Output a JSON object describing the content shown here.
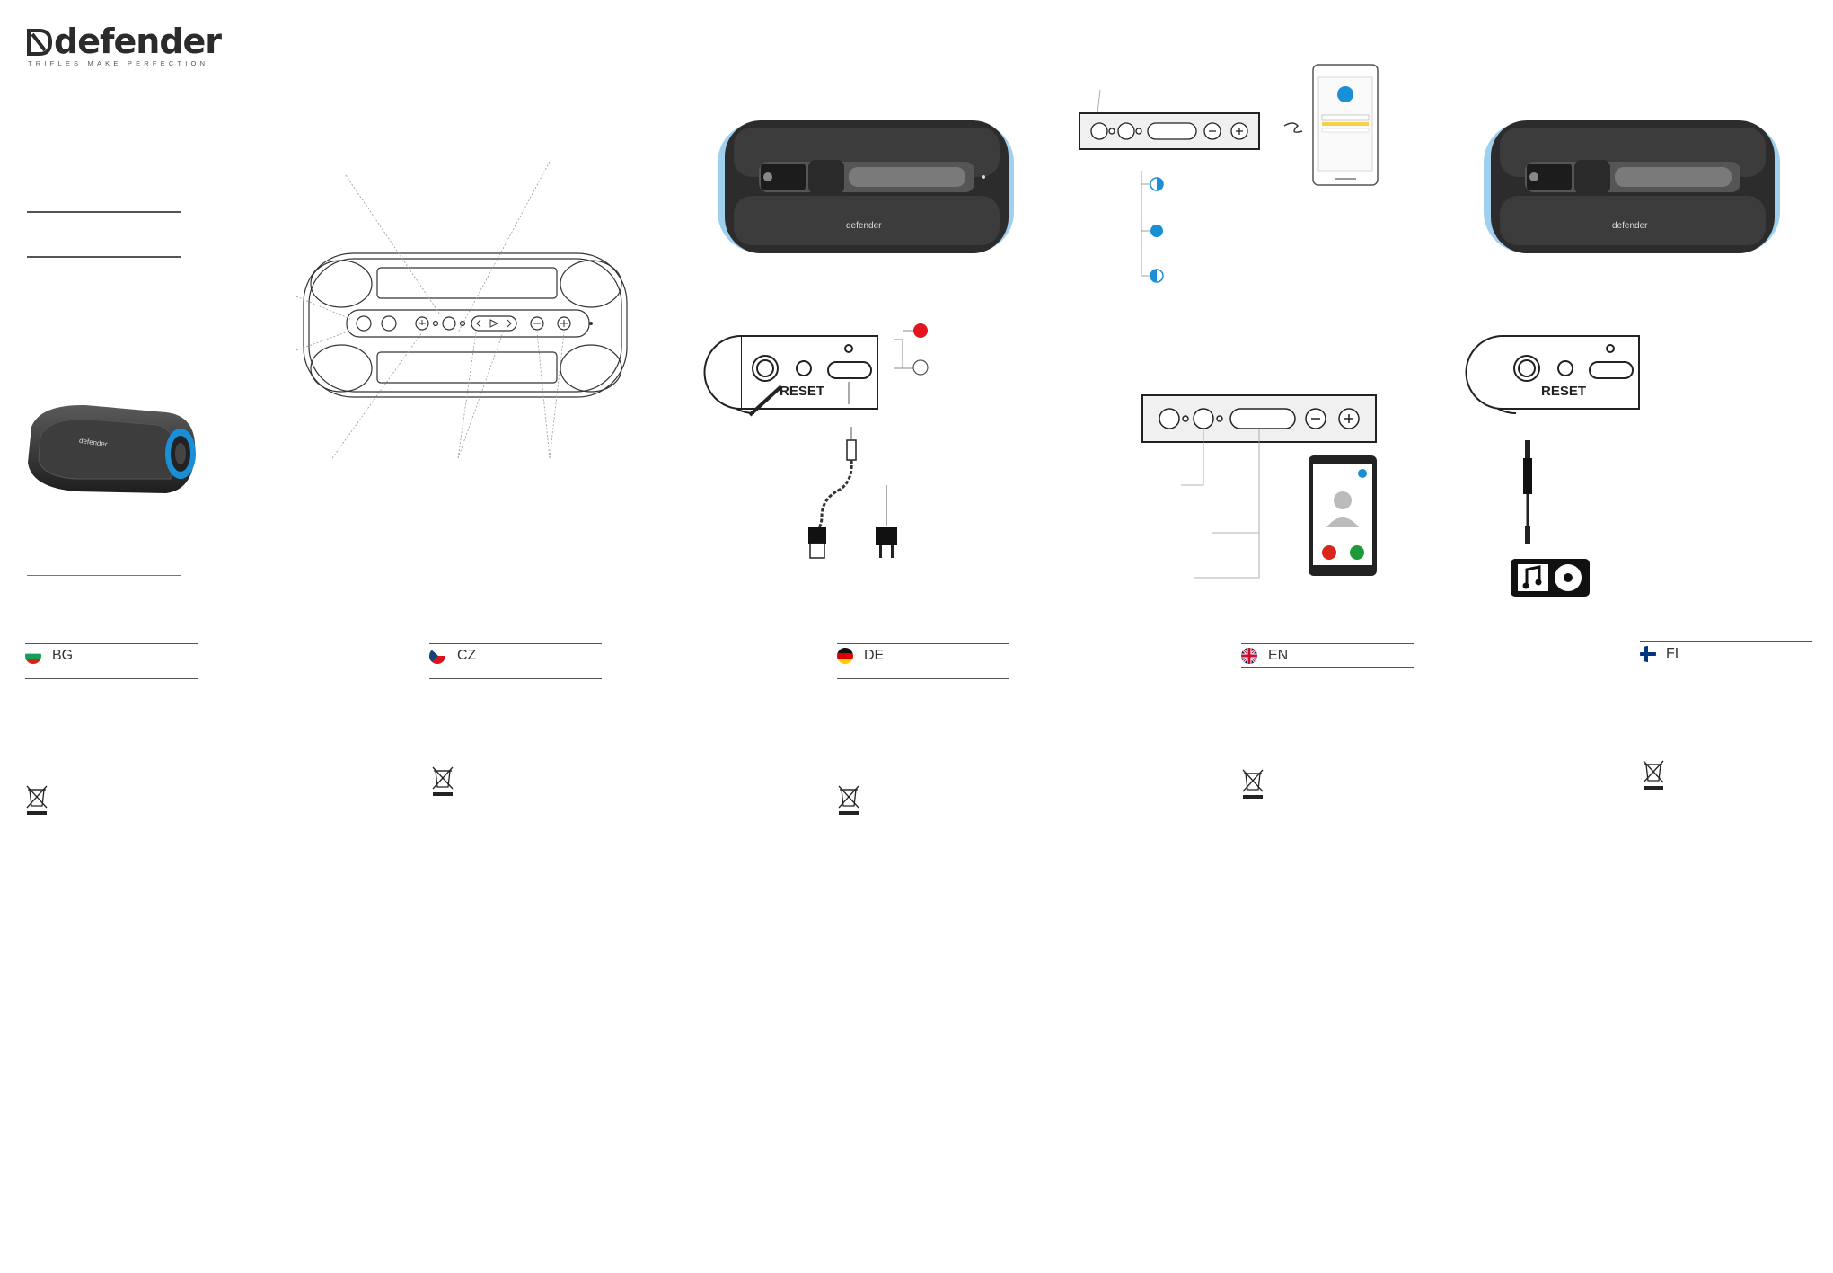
{
  "brand": {
    "name": "defender",
    "tagline": "TRIFLES MAKE PERFECTION"
  },
  "labels": {
    "reset": "RESET",
    "speaker_brand": "defender"
  },
  "languages": [
    {
      "code": "BG"
    },
    {
      "code": "CZ"
    },
    {
      "code": "DE"
    },
    {
      "code": "EN"
    },
    {
      "code": "FI"
    }
  ],
  "colors": {
    "led_red": "#e3151e",
    "led_blue": "#1a8fd6",
    "speaker_body": "#3a3a3a",
    "call_reject": "#d9261c",
    "call_accept": "#1f9a3a"
  }
}
